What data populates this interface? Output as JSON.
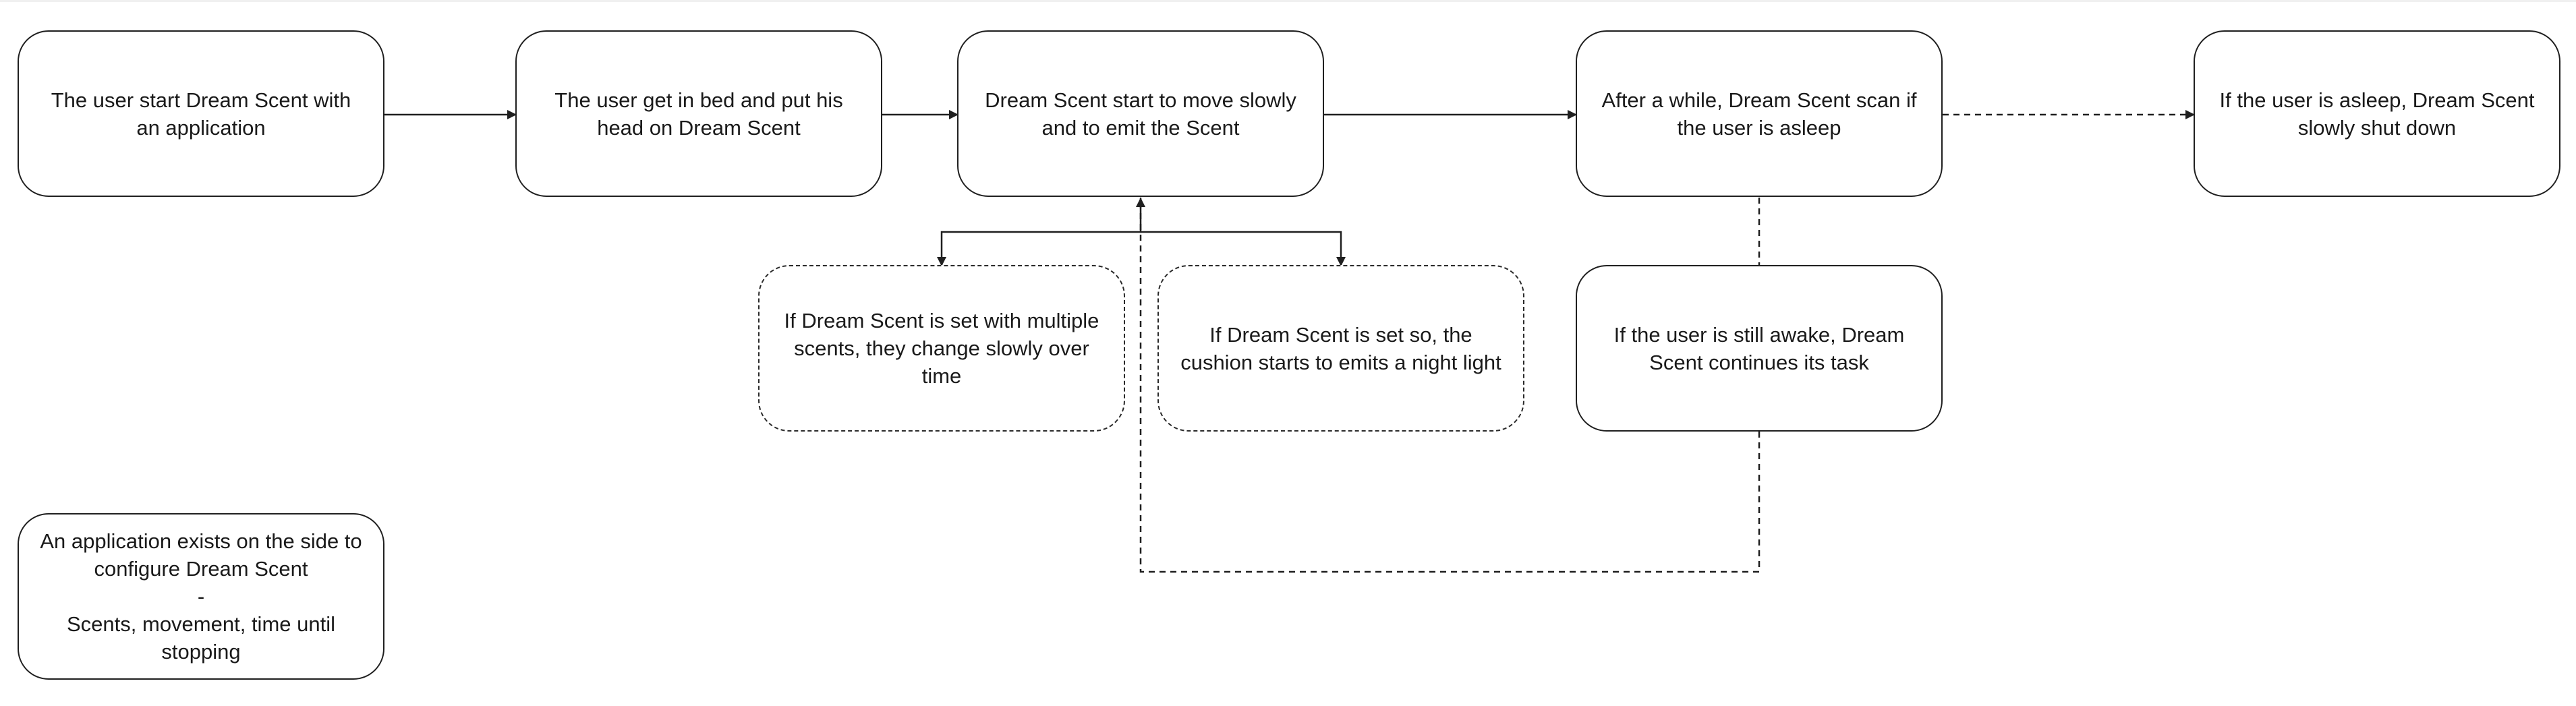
{
  "diagram": {
    "nodes": {
      "start_app": "The user start Dream Scent with an application",
      "get_in_bed": "The user get in bed and put his head on Dream Scent",
      "move_emit": "Dream Scent start to move slowly and to emit the Scent",
      "scan_asleep": "After a while, Dream Scent scan if the user is asleep",
      "shut_down": "If the user is asleep, Dream Scent slowly shut down",
      "multi_scents": "If Dream Scent is set with multiple scents, they change slowly over time",
      "night_light": "If Dream Scent is set so, the cushion starts to emits a night light",
      "still_awake": "If the user is still awake, Dream Scent continues its task",
      "app_config": "An application exists on the side to configure Dream Scent\n-\nScents, movement, time until stopping"
    }
  }
}
